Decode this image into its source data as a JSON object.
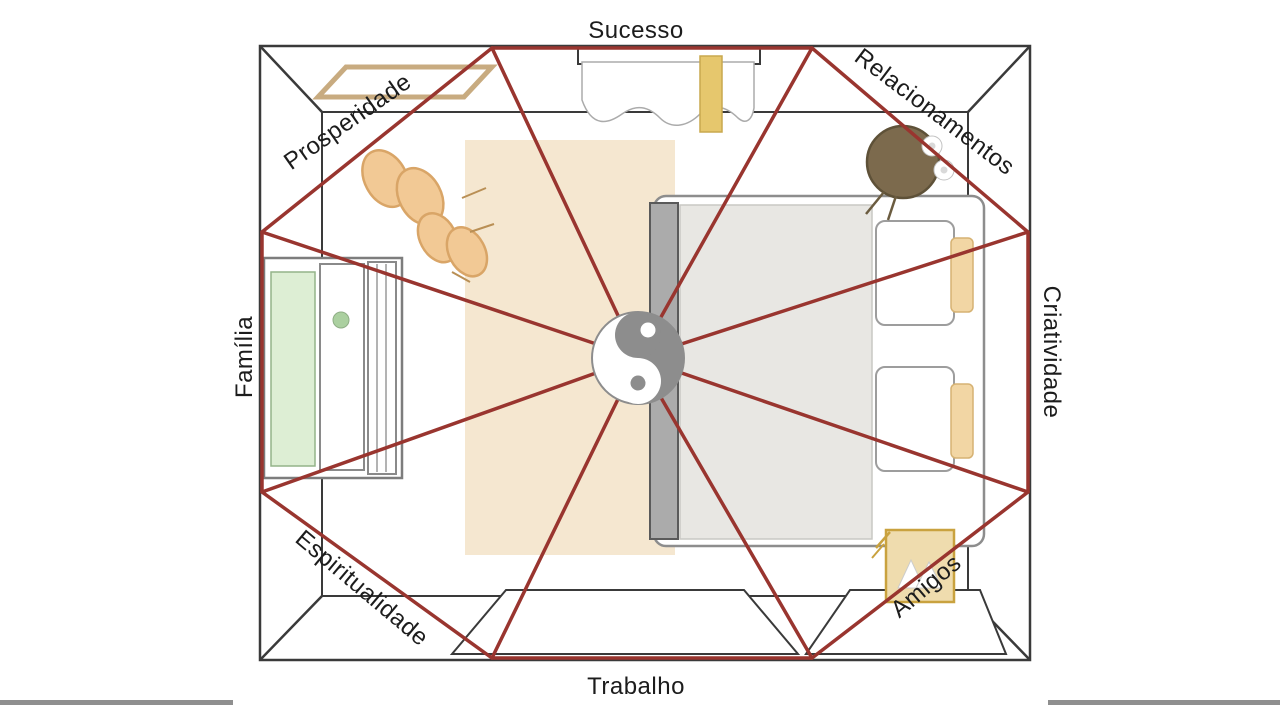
{
  "labels": {
    "top": "Sucesso",
    "top_right": "Relacionamentos",
    "right": "Criatividade",
    "bottom_right": "Amigos",
    "bottom": "Trabalho",
    "bottom_left": "Espiritualidade",
    "left": "Família",
    "top_left": "Prosperidade"
  },
  "icons": {
    "center": "yin-yang"
  },
  "colors": {
    "bagua_line": "#99352f",
    "wall_line": "#3a3a3a",
    "text": "#1c1c1c",
    "rug": "#f5e7d0",
    "chair": "#f2c995",
    "chair_outline": "#d9a567",
    "curtain_gold": "#e6c76d",
    "wardrobe_green": "#ddeed4",
    "yin_yang_gray": "#8d8d8d",
    "plant_brown": "#7c6a4d",
    "nightstand": "#efdcae",
    "bed_blanket": "#e8e7e3"
  }
}
